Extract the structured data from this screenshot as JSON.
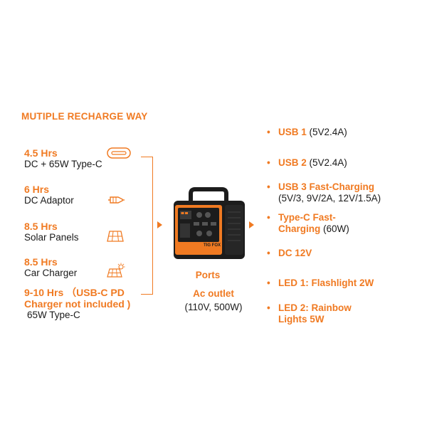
{
  "heading": "MUTIPLE RECHARGE WAY",
  "recharge_options": [
    {
      "time": "4.5 Hrs",
      "desc": "DC + 65W Type-C",
      "icon": "usb-c-icon"
    },
    {
      "time": "6 Hrs",
      "desc": "DC Adaptor",
      "icon": "car-plug-icon"
    },
    {
      "time": "8.5 Hrs",
      "desc": "Solar Panels",
      "icon": "solar-panel-icon"
    },
    {
      "time": "8.5 Hrs",
      "desc": "Car Charger",
      "icon": "sun-panel-icon"
    },
    {
      "time_line1": "9-10 Hrs （USB-C PD",
      "time_line2": "Charger not included )",
      "desc": "65W Type-C"
    }
  ],
  "device": {
    "brand": "TIG FOX"
  },
  "center": {
    "ports": "Ports",
    "ac": "Ac outlet",
    "ac_spec": "(110V, 500W)"
  },
  "ports": [
    {
      "name": "USB 1",
      "spec": "(5V2.4A)"
    },
    {
      "name": "USB 2",
      "spec": "(5V2.4A)"
    },
    {
      "name": "USB 3 Fast-Charging",
      "spec": "(5V/3, 9V/2A, 12V/1.5A)"
    },
    {
      "name_line1": "Type-C Fast-",
      "name_line2": "Charging",
      "spec": "(60W)"
    },
    {
      "name": "DC 12V"
    },
    {
      "name": "LED 1: Flashlight 2W"
    },
    {
      "name_line1": "LED 2: Rainbow",
      "name_line2": "Lights 5W"
    }
  ],
  "bullet": "•",
  "colors": {
    "accent": "#f07a22",
    "text": "#1a1a1a",
    "device_body": "#1c1c1c"
  }
}
